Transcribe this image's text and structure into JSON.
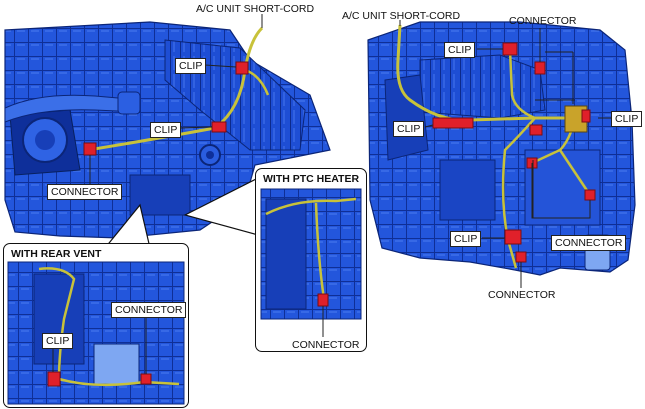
{
  "left_view": {
    "labels": {
      "shortcord": "A/C UNIT SHORT-CORD",
      "clip_top": "CLIP",
      "clip_mid": "CLIP",
      "connector": "CONNECTOR"
    }
  },
  "rear_vent_inset": {
    "title": "WITH REAR VENT",
    "labels": {
      "clip": "CLIP",
      "connector": "CONNECTOR"
    }
  },
  "ptc_inset": {
    "title": "WITH PTC HEATER",
    "labels": {
      "connector": "CONNECTOR"
    }
  },
  "right_view": {
    "labels": {
      "shortcord": "A/C UNIT SHORT-CORD",
      "connector_top": "CONNECTOR",
      "clip_top": "CLIP",
      "clip_left": "CLIP",
      "clip_right": "CLIP",
      "connector_right": "CONNECTOR",
      "clip_bottom": "CLIP",
      "connector_bottom": "CONNECTOR"
    }
  },
  "colors": {
    "unit_blue": "#1f4fd6",
    "unit_dark": "#0d2a8a",
    "harness": "#c8c23a",
    "connector_red": "#e0202a"
  }
}
